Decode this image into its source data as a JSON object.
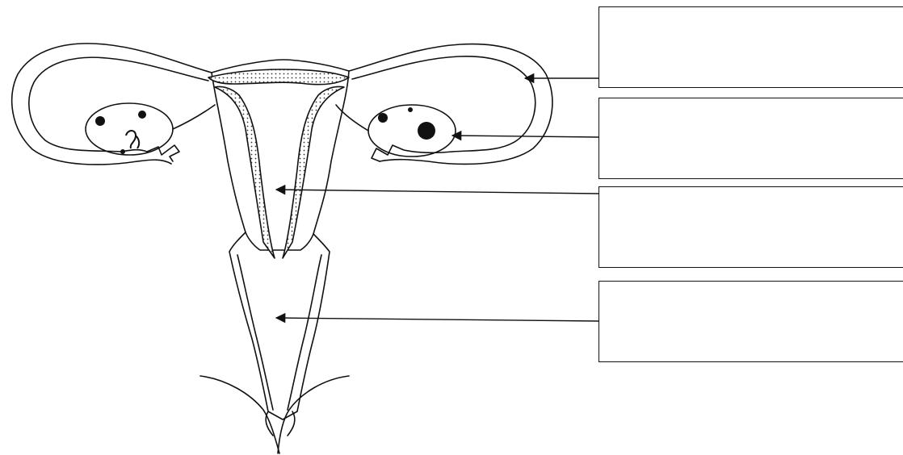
{
  "diagram": {
    "label_boxes": [
      {
        "id": "fallopian-tube",
        "text": ""
      },
      {
        "id": "ovary",
        "text": ""
      },
      {
        "id": "uterus",
        "text": ""
      },
      {
        "id": "vagina",
        "text": ""
      }
    ],
    "colors": {
      "stroke": "#111111",
      "fill": "#ffffff",
      "stipple": "#333333"
    }
  }
}
